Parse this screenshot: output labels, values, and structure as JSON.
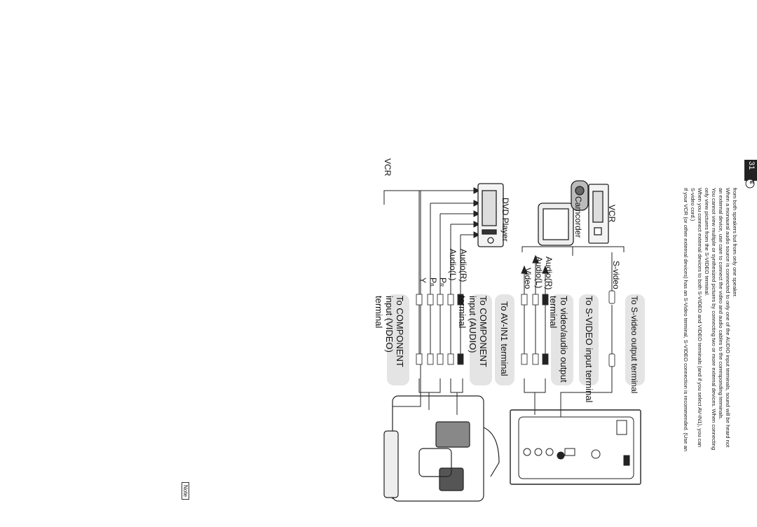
{
  "page": {
    "number": "31",
    "lang_badge": "E"
  },
  "device_sources": {
    "top_vcr": "VCR",
    "dvd_player": "DVD Player",
    "camcorder": "Camcorder",
    "bottom_vcr": "VCR"
  },
  "component_video": {
    "terminal_label": "To COMPONENT input (VIDEO) terminal",
    "signals": [
      "Y",
      "P",
      "P"
    ],
    "subscripts": [
      "",
      "B",
      "R"
    ]
  },
  "component_audio": {
    "terminal_label": "To COMPONENT input (AUDIO) terminal",
    "signals": [
      "Audio(L)",
      "Audio(R)"
    ]
  },
  "av_in1": {
    "terminal_label": "To AV-IN1 terminal",
    "signals": [
      "Video",
      "Audio(L)",
      "Audio(R)"
    ],
    "output_label": "To video/audio output terminal"
  },
  "s_video": {
    "terminal_label": "To S-VIDEO input terminal",
    "signal": "S-video",
    "output_label": "To S-video output terminal"
  },
  "note": {
    "label": "Note",
    "lines": [
      "If your VCR (or other external devices) has an S-Video terminal, S-VIDEO connection is recommended. (Use an",
      "S-video cord.)",
      "When you connect external devices to both S-VIDEO and VIDEO terminals (and if you select AV-IN1), you can",
      "only view pictures from the S-VIDEO terminal.",
      "You cannot view multiple or synthesized pictures by connecting two or more external devices. When connecting",
      "an external device, use care to connect the video and audio cables to the corresponding terminals.",
      "When a monaural audio source is connected to only one of the AUDIO input terminals, sound will be heard not",
      "from both speakers but from only one speaker."
    ]
  }
}
